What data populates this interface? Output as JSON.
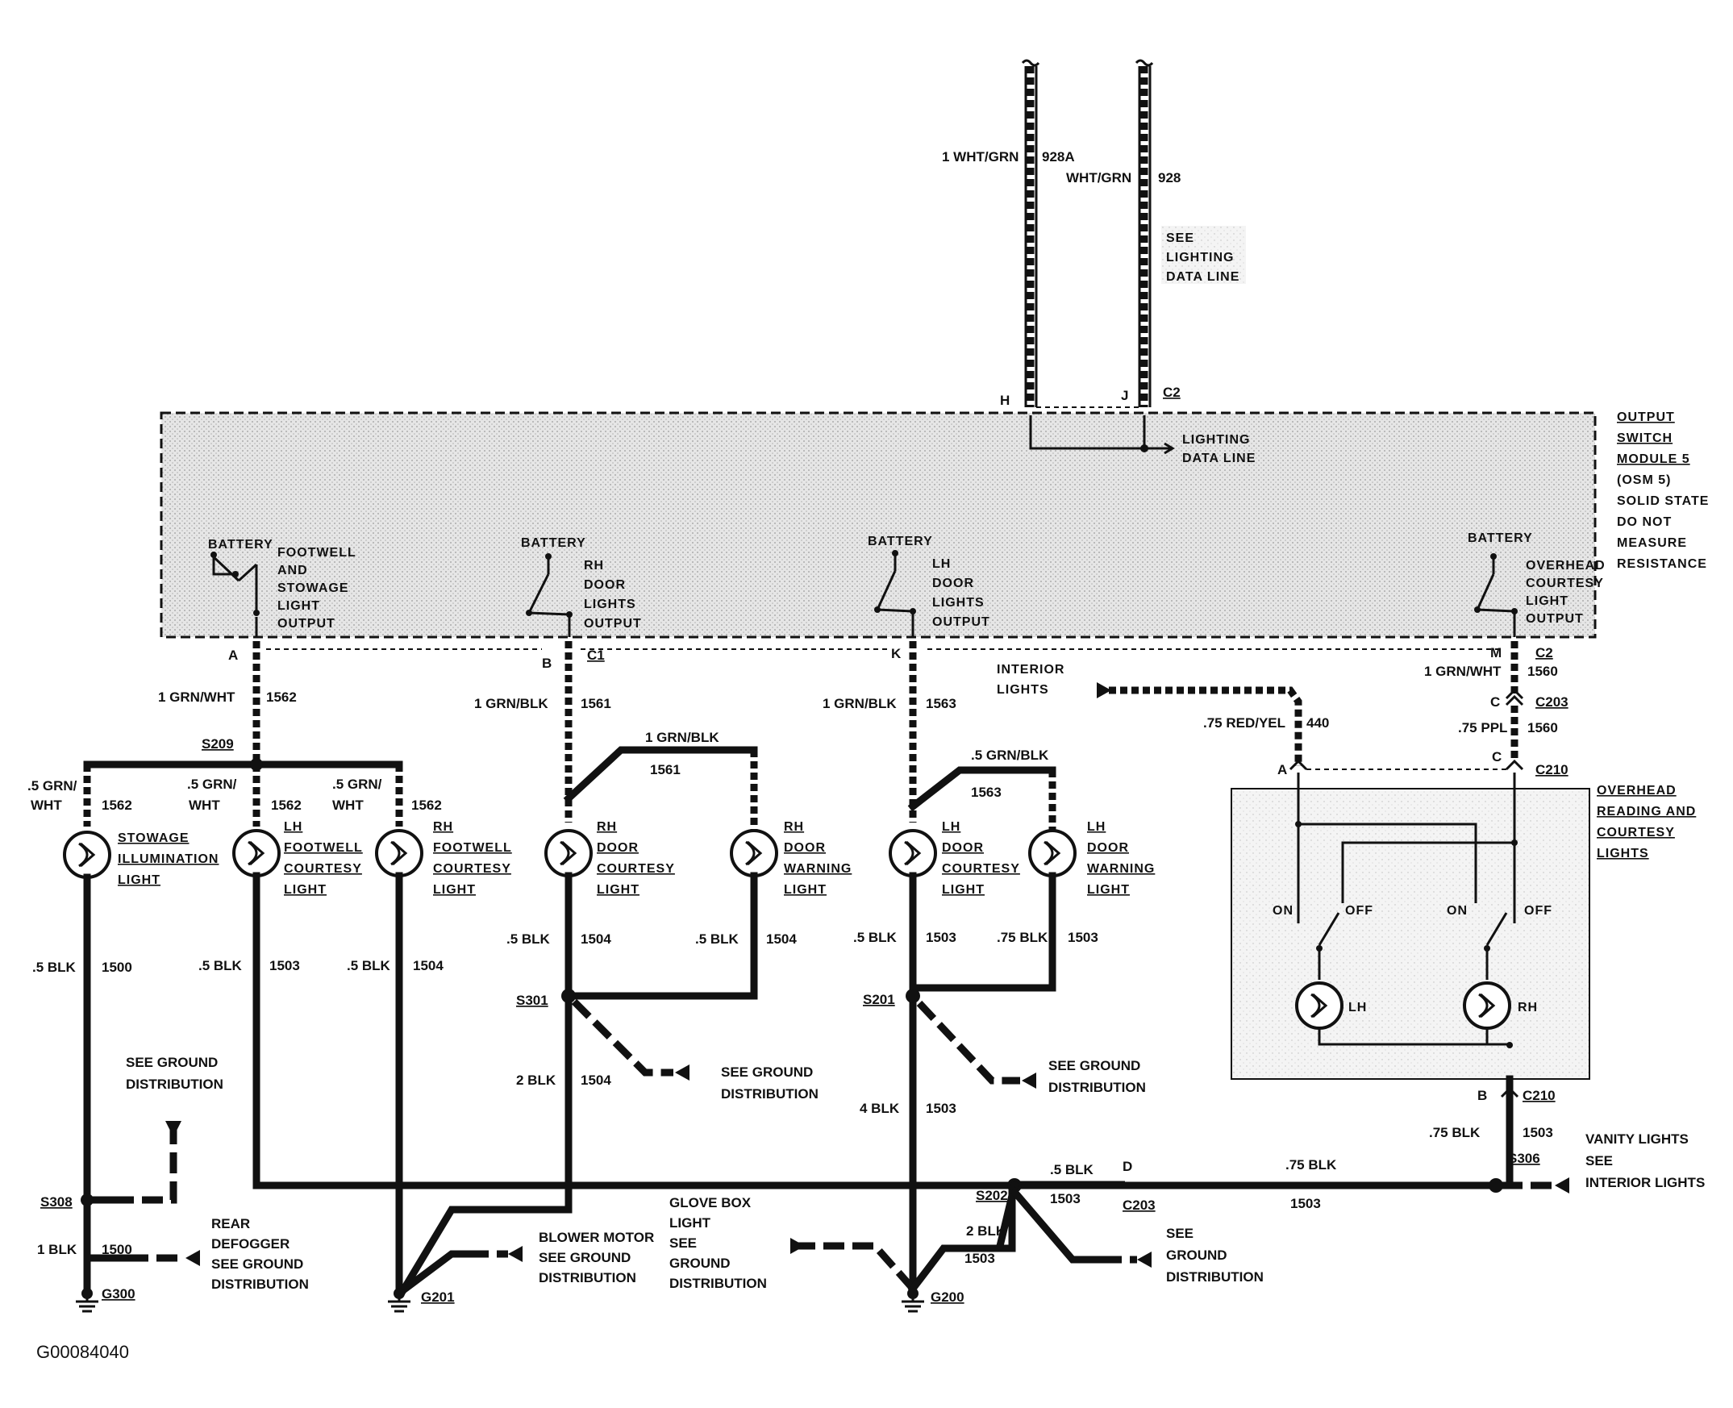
{
  "diagram_id": "G00084040",
  "top": {
    "wire928a": {
      "gauge_color": "1 WHT/GRN",
      "circuit": "928A",
      "pin": "H"
    },
    "wire928": {
      "gauge_color": "WHT/GRN",
      "circuit": "928",
      "pin": "J",
      "connector": "C2"
    },
    "see_note": [
      "SEE",
      "LIGHTING",
      "DATA LINE"
    ],
    "lighting_data_line": [
      "LIGHTING",
      "DATA LINE"
    ]
  },
  "module": {
    "title": [
      "OUTPUT",
      "SWITCH",
      "MODULE 5",
      "(OSM 5)",
      "SOLID STATE",
      "DO NOT",
      "MEASURE",
      "RESISTANCE"
    ],
    "battery": "BATTERY",
    "out1": [
      "FOOTWELL",
      "AND",
      "STOWAGE",
      "LIGHT",
      "OUTPUT"
    ],
    "out2": [
      "RH",
      "DOOR",
      "LIGHTS",
      "OUTPUT"
    ],
    "out3": [
      "LH",
      "DOOR",
      "LIGHTS",
      "OUTPUT"
    ],
    "out4": [
      "OVERHEAD",
      "COURTESY",
      "LIGHT",
      "OUTPUT"
    ]
  },
  "pins": {
    "a": "A",
    "b": "B",
    "c1": "C1",
    "k": "K",
    "m": "M",
    "c2": "C2"
  },
  "wires": {
    "w1562": {
      "gc": "1 GRN/WHT",
      "num": "1562"
    },
    "w1561": {
      "gc": "1 GRN/BLK",
      "num": "1561"
    },
    "w1563": {
      "gc": "1 GRN/BLK",
      "num": "1563"
    },
    "w1560": {
      "gc": "1 GRN/WHT",
      "num": "1560"
    },
    "w1560b": {
      "gc": ".75 PPL",
      "num": "1560"
    },
    "w440": {
      "gc": ".75 RED/YEL",
      "num": "440"
    },
    "branch1561": {
      "gc": "1 GRN/BLK",
      "num": "1561"
    },
    "branch1563": {
      "gc": ".5 GRN/BLK",
      "num": "1563"
    },
    "stow_wire": {
      "gc1": ".5 GRN/",
      "gc2": "WHT",
      "num": "1562"
    },
    "lhfw_wire": {
      "gc1": ".5 GRN/",
      "gc2": "WHT",
      "num": "1562"
    },
    "rhfw_wire": {
      "gc1": ".5 GRN/",
      "gc2": "WHT",
      "num": "1562"
    }
  },
  "interior_lights": [
    "INTERIOR",
    "LIGHTS"
  ],
  "splices": {
    "s209": "S209",
    "s301": "S301",
    "s201": "S201",
    "s308": "S308",
    "s202": "S202",
    "s306": "S306"
  },
  "connectors": {
    "c203": "C203",
    "c210": "C210",
    "c": "C",
    "a": "A",
    "b": "B",
    "d": "D"
  },
  "lamps": {
    "stowage": [
      "STOWAGE",
      "ILLUMINATION",
      "LIGHT"
    ],
    "lh_footwell": [
      "LH",
      "FOOTWELL",
      "COURTESY",
      "LIGHT"
    ],
    "rh_footwell": [
      "RH",
      "FOOTWELL",
      "COURTESY",
      "LIGHT"
    ],
    "rh_door_courtesy": [
      "RH",
      "DOOR",
      "COURTESY",
      "LIGHT"
    ],
    "rh_door_warning": [
      "RH",
      "DOOR",
      "WARNING",
      "LIGHT"
    ],
    "lh_door_courtesy": [
      "LH",
      "DOOR",
      "COURTESY",
      "LIGHT"
    ],
    "lh_door_warning": [
      "LH",
      "DOOR",
      "WARNING",
      "LIGHT"
    ],
    "overhead": [
      "OVERHEAD",
      "READING AND",
      "COURTESY",
      "LIGHTS"
    ],
    "lh": "LH",
    "rh": "RH",
    "on": "ON",
    "off": "OFF"
  },
  "grounds": {
    "g1500a": {
      "gc": ".5 BLK",
      "num": "1500"
    },
    "g1503a": {
      "gc": ".5 BLK",
      "num": "1503"
    },
    "g1504a": {
      "gc": ".5 BLK",
      "num": "1504"
    },
    "g1504b": {
      "gc": ".5 BLK",
      "num": "1504"
    },
    "g1504c": {
      "gc": ".5 BLK",
      "num": "1504"
    },
    "g1503b": {
      "gc": ".5 BLK",
      "num": "1503"
    },
    "g1503c": {
      "gc": ".75 BLK",
      "num": "1503"
    },
    "g1504d": {
      "gc": "2 BLK",
      "num": "1504"
    },
    "g1503d": {
      "gc": "4 BLK",
      "num": "1503"
    },
    "g1500b": {
      "gc": "1 BLK",
      "num": "1500"
    },
    "g1503e": {
      "gc": ".5 BLK",
      "num": "1503"
    },
    "g1503f": {
      "gc": ".75 BLK",
      "num": "1503"
    },
    "g1503g": {
      "gc": "2 BLK",
      "num": "1503"
    },
    "g1503h": {
      "gc": ".75 BLK",
      "num": "1503"
    },
    "g300": "G300",
    "g201": "G201",
    "g200": "G200"
  },
  "notes": {
    "see_ground_1": [
      "SEE GROUND",
      "DISTRIBUTION"
    ],
    "see_ground_2": [
      "SEE GROUND",
      "DISTRIBUTION"
    ],
    "see_ground_3": [
      "SEE GROUND",
      "DISTRIBUTION"
    ],
    "rear_defogger": [
      "REAR",
      "DEFOGGER",
      "SEE GROUND",
      "DISTRIBUTION"
    ],
    "blower_motor": [
      "BLOWER MOTOR",
      "SEE GROUND",
      "DISTRIBUTION"
    ],
    "glove_box": [
      "GLOVE BOX",
      "LIGHT",
      "SEE",
      "GROUND",
      "DISTRIBUTION"
    ],
    "see_ground_4": [
      "SEE",
      "GROUND",
      "DISTRIBUTION"
    ],
    "vanity": [
      "VANITY LIGHTS",
      "SEE",
      "INTERIOR LIGHTS"
    ]
  }
}
